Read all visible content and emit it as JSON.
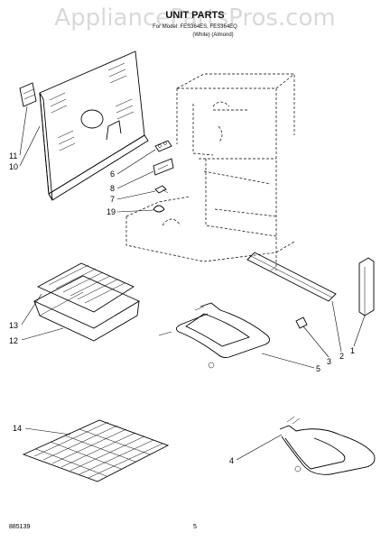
{
  "watermark": "AppliancePartsPros.com",
  "header": {
    "title": "UNIT PARTS",
    "subtitle": "For Model: FES364ES, FES364EQ",
    "variants": "(White)   (Almond)"
  },
  "callouts": {
    "c1": "1",
    "c2": "2",
    "c3": "3",
    "c4": "4",
    "c5": "5",
    "c6": "6",
    "c7": "7",
    "c8": "8",
    "c10": "10",
    "c11": "11",
    "c12": "12",
    "c13": "13",
    "c14": "14",
    "c19": "19"
  },
  "footer": {
    "code": "885139",
    "page": "5"
  }
}
